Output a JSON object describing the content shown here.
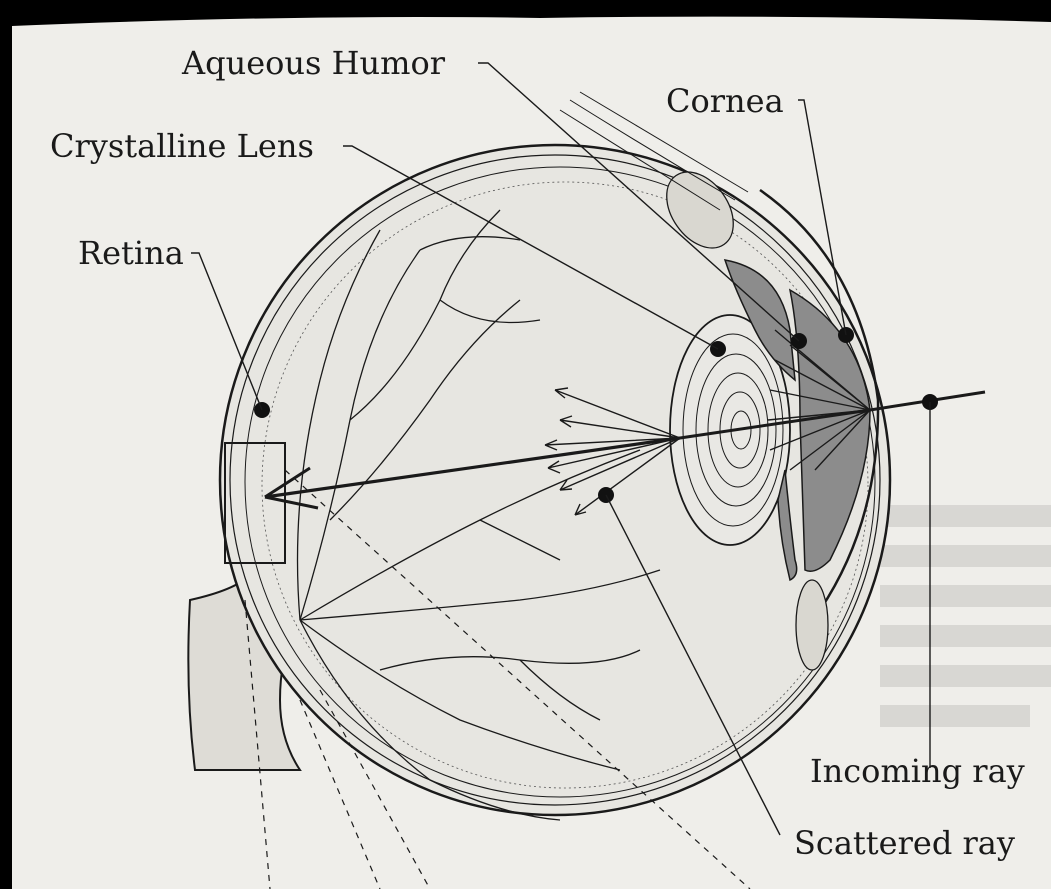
{
  "labels": {
    "aqueous_humor": "Aqueous Humor",
    "cornea": "Cornea",
    "crystalline_lens": "Crystalline Lens",
    "retina": "Retina",
    "incoming_ray": "Incoming ray",
    "scattered_ray": "Scattered ray"
  },
  "colors": {
    "background": "#000000",
    "paper": "#efeeea",
    "ink": "#1a1a1a",
    "shade": "#8c8c8c"
  }
}
